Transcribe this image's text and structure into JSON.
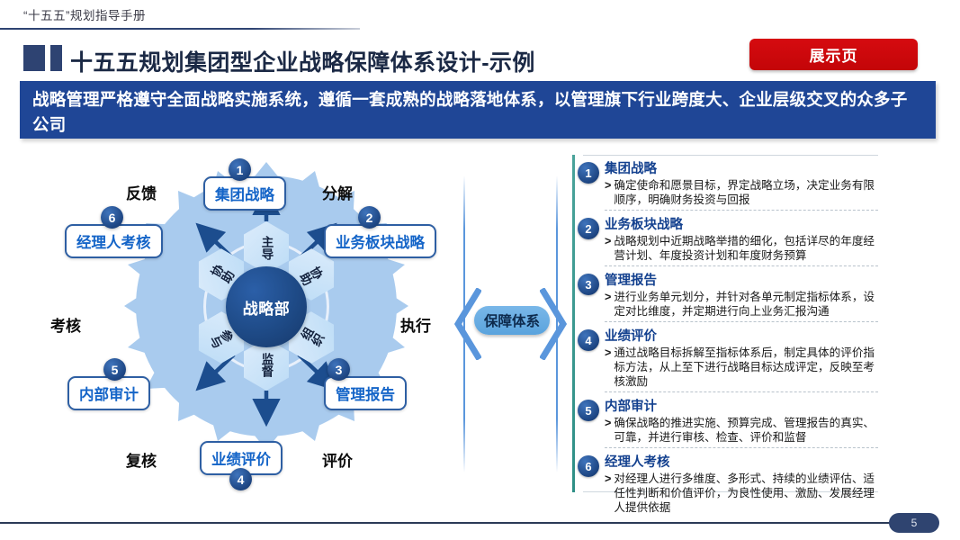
{
  "breadcrumb": "“十五五”规划指导手册",
  "header": {
    "title": "十五五规划集团型企业战略保障体系设计-示例",
    "badge": "展示页",
    "subtitle": "战略管理严格遵守全面战略实施系统，遵循一套成熟的战略落地体系，以管理旗下行业跨度大、企业层级交叉的众多子公司"
  },
  "diagram": {
    "center": "战略部",
    "hexagons": {
      "top": "主导",
      "bottom": "监督",
      "top_left": "协助",
      "top_right": "协助",
      "bottom_left": "参与",
      "bottom_right": "组织"
    },
    "nodes": [
      {
        "num": "1",
        "label": "集团战略"
      },
      {
        "num": "2",
        "label": "业务板块战略"
      },
      {
        "num": "3",
        "label": "管理报告"
      },
      {
        "num": "4",
        "label": "业绩评价"
      },
      {
        "num": "5",
        "label": "内部审计"
      },
      {
        "num": "6",
        "label": "经理人考核"
      }
    ],
    "outer_labels": {
      "top_left": "反馈",
      "top_right": "分解",
      "left": "考核",
      "right": "执行",
      "bottom_left": "复核",
      "bottom_right": "评价"
    }
  },
  "middle": {
    "pill": "保障体系"
  },
  "panel": {
    "items": [
      {
        "num": "1",
        "head": "集团战略",
        "caret": ">",
        "body": "确定使命和愿景目标，界定战略立场，决定业务有限顺序，明确财务投资与回报"
      },
      {
        "num": "2",
        "head": "业务板块战略",
        "caret": ">",
        "body": "战略规划中近期战略举措的细化，包括详尽的年度经营计划、年度投资计划和年度财务预算"
      },
      {
        "num": "3",
        "head": "管理报告",
        "caret": ">",
        "body": "进行业务单元划分，并针对各单元制定指标体系，设定对比维度，并定期进行向上业务汇报沟通"
      },
      {
        "num": "4",
        "head": "业绩评价",
        "caret": ">",
        "body": "通过战略目标拆解至指标体系后，制定具体的评价指标方法，从上至下进行战略目标达成评定，反映至考核激励"
      },
      {
        "num": "5",
        "head": "内部审计",
        "caret": ">",
        "body": "确保战略的推进实施、预算完成、管理报告的真实、可靠，并进行审核、检查、评价和监督"
      },
      {
        "num": "6",
        "head": "经理人考核",
        "caret": ">",
        "body": "对经理人进行多维度、多形式、持续的业绩评估、适任性判断和价值评价，为良性使用、激励、发展经理人提供依据"
      }
    ]
  },
  "footer": {
    "page": "5"
  },
  "colors": {
    "navy": "#2e4372",
    "bar_blue": "#1f4696",
    "badge_red": "#c30508",
    "halo_blue": "#a9cbee",
    "link_blue": "#1565c8",
    "panel_edge": "#2e8f86"
  }
}
